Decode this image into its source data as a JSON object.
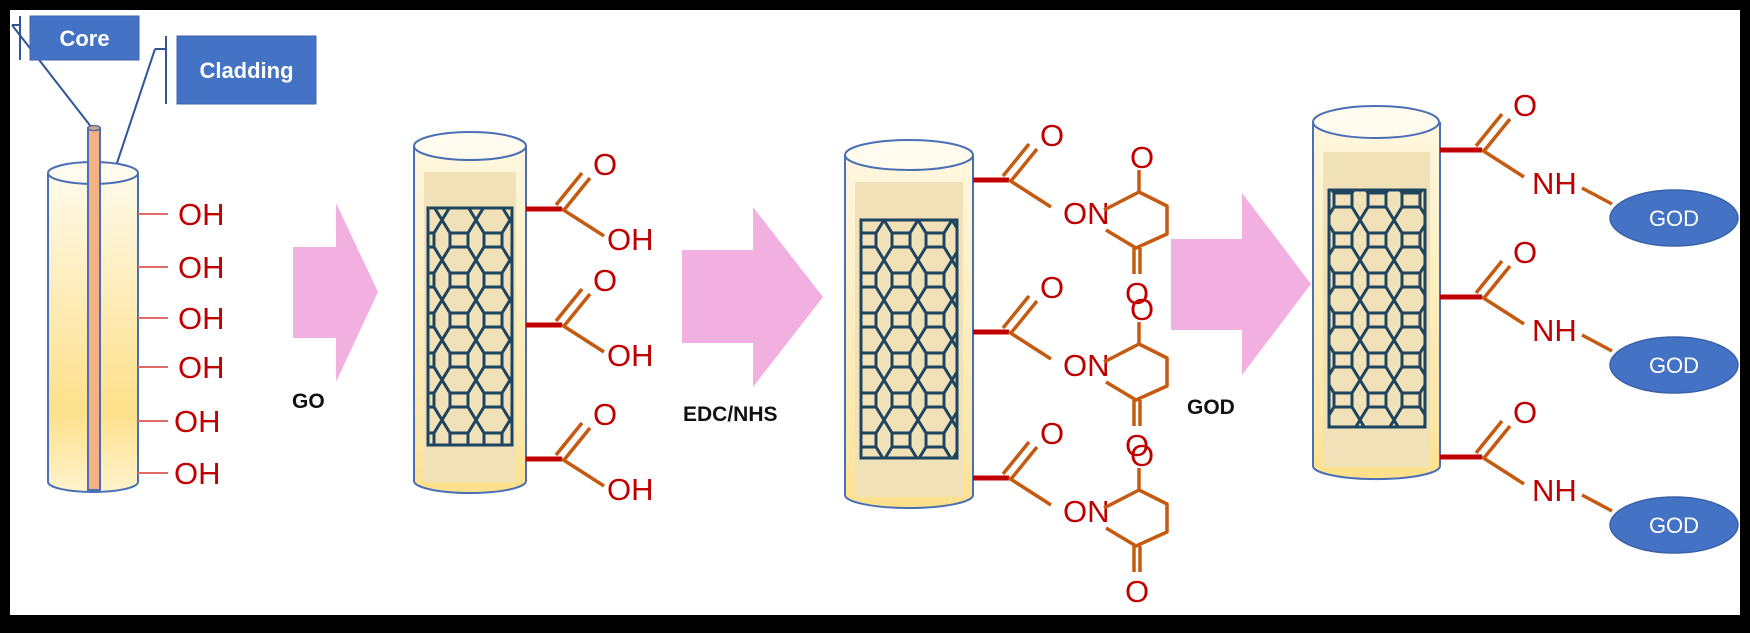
{
  "colors": {
    "frame": "#000000",
    "background": "#ffffff",
    "label_box": "#4472c4",
    "leader_line": "#2f5597",
    "arrow": "#f2b0e0",
    "cylinder_outline": "#4a6fb5",
    "cylinder_fill_top": "#fff8e0",
    "cylinder_fill_bottom": "#fde08a",
    "inner_fill": "#f1e1b8",
    "core_rod": "#f4b183",
    "cnt_lattice": "#1d4560",
    "hydroxyl_text": "#c00000",
    "anchor_bond": "#c00000",
    "organic_bond": "#c55a11",
    "god_enzyme": "#4472c4"
  },
  "labels": {
    "core": "Core",
    "cladding": "Cladding"
  },
  "steps": [
    {
      "id": "step-1",
      "description": "Hydroxylated optical fiber",
      "groups": [
        "OH",
        "OH",
        "OH",
        "OH",
        "OH",
        "OH"
      ]
    },
    {
      "id": "step-2",
      "description": "GO-coated fiber with carboxyl groups",
      "groups": [
        {
          "carbonyl": "O",
          "tail": "OH"
        },
        {
          "carbonyl": "O",
          "tail": "OH"
        },
        {
          "carbonyl": "O",
          "tail": "OH"
        }
      ]
    },
    {
      "id": "step-3",
      "description": "EDC/NHS-activated ester",
      "groups": [
        {
          "carbonyl": "O",
          "tail": "ON",
          "ring_top_o": "O",
          "ring_bottom_o": "O"
        },
        {
          "carbonyl": "O",
          "tail": "ON",
          "ring_top_o": "O",
          "ring_bottom_o": "O"
        },
        {
          "carbonyl": "O",
          "tail": "ON",
          "ring_top_o": "O",
          "ring_bottom_o": "O"
        }
      ]
    },
    {
      "id": "step-4",
      "description": "GOD immobilized via amide bond",
      "groups": [
        {
          "carbonyl": "O",
          "tail": "NH",
          "enzyme": "GOD"
        },
        {
          "carbonyl": "O",
          "tail": "NH",
          "enzyme": "GOD"
        },
        {
          "carbonyl": "O",
          "tail": "NH",
          "enzyme": "GOD"
        }
      ]
    }
  ],
  "arrows": [
    {
      "label": "GO"
    },
    {
      "label": "EDC/NHS"
    },
    {
      "label": "GOD"
    }
  ]
}
